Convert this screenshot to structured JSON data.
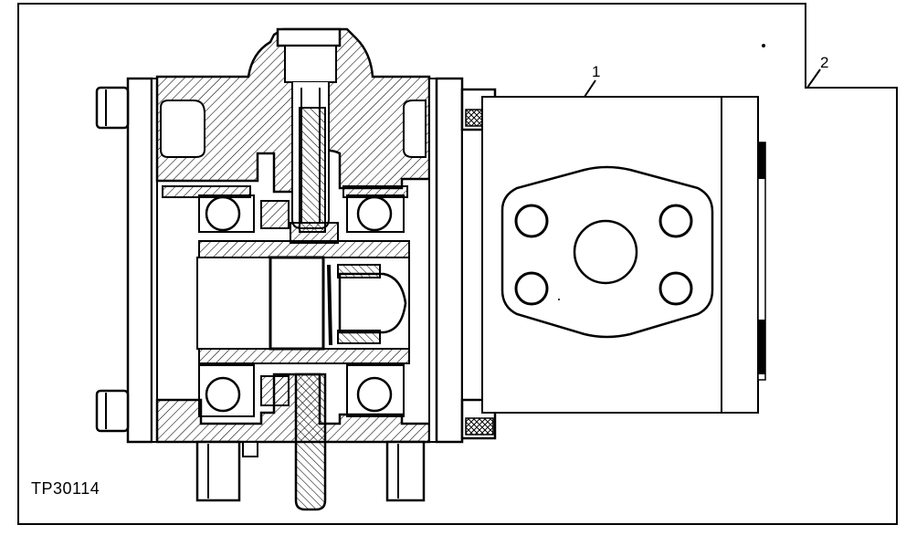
{
  "figure": {
    "code": "TP30114",
    "callouts": [
      {
        "text": "1"
      },
      {
        "text": "2"
      }
    ],
    "colors": {
      "ink": "#000000",
      "paper": "#ffffff"
    }
  }
}
